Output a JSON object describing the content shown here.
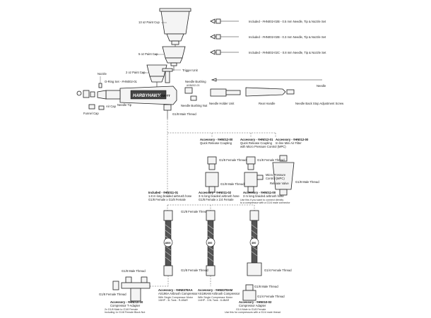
{
  "cups": {
    "oz13": "13 oz Paint Cup",
    "oz5": "5 oz Paint Cup",
    "oz2": "2 oz Paint Cup"
  },
  "needles": {
    "n1": "Included - #HN002-02B - 0.5 mm Needle, Tip & Nozzle Set",
    "n2": "Included - #HN002-02B - 0.3 mm Needle, Tip & Nozzle Set",
    "n3": "Included - #HN002-02C - 0.8 mm Needle, Tip & Nozzle Set"
  },
  "gun": {
    "brand": "HARBYHAWK",
    "model": "FLOW-TT",
    "trigger": "Trigger Unit",
    "nozzle": "Nozzle",
    "oring": "O-Ring Set - #HN002-01",
    "air_cap": "Air Cap",
    "funnel_cap": "Funnel Cap",
    "needle_tip": "Needle Tip",
    "needle_bushing": "Needle Bushing",
    "needle_bushing_code": "#HN002-03",
    "needle_bushing_nut": "Needle Bushing Nut",
    "needle": "Needle",
    "needle_holder": "Needle Holder Unit",
    "rear_handle": "Rear Handle",
    "back_stop": "Needle Back Stop Adjustment Screw",
    "main_thread": "G1/8 Main Thread"
  },
  "accessories": {
    "a1_code": "Accessory - #HN012-00",
    "a1_name": "Quick Release Coupling",
    "a2_code": "Accessory - #HN012-01",
    "a2_name": "Quick Release Coupling",
    "a2_name2": "with Micro Pressure Control (MPC)",
    "a3_code": "Accessory - #HN012-00",
    "a3_name": "In-line Mini Air Filter",
    "female1": "G1/8 Female Thread",
    "female2": "G1/8 Female Thread",
    "male1": "G1/8 Male Thread",
    "male2": "G1/8 Male Thread",
    "mpc1": "Micro Pressure",
    "mpc2": "Control (MPC)",
    "release": "Release Valve"
  },
  "hoses": {
    "h1_code": "Included - #HN011-01",
    "h1_name": "1.8 m long braided airbrush hose",
    "h1_spec": "G1/8 Female x G1/8 Female",
    "h2_code": "Accessory - #HN011-02",
    "h2_name": "3 m long braided airbrush hose",
    "h2_spec": "G1/8 Female x 1/4 Female",
    "h3_code": "Accessory - #HN011-00",
    "h3_name": "3 m long braided airbrush hose",
    "h3_note1": "Use this if you want to connect directly",
    "h3_note2": "to a compressor with a G1/4 male connector",
    "len1": "1800",
    "len2": "300",
    "len3": "300",
    "female_top": "G1/8 Female Thread",
    "female_bottom": "G1/8 Female Thread",
    "female_right": "G1/4 Female Thread"
  },
  "compressors": {
    "c1_code": "Accessory - #HN8378AA",
    "c1_name": "AS196A Airbrush Compressor",
    "c1_spec1": "With Single Compressor Motor",
    "c1_spec2": "1/6HP - 3L Tank - R-4BAR",
    "c2_code": "Accessory - #HN8378AM",
    "c2_name": "AS196AM Airbrush Compressor",
    "c2_spec1": "With Single Compressor Motor",
    "c2_spec2": "1/4HP - 3.5L Tank - 8-4BAR"
  },
  "adapters": {
    "t_male": "G1/8 Male Thread",
    "t_female": "G1/8 Female Thread",
    "t_code": "Accessory - #HN010-00",
    "t_name": "Compressor T-Adapter",
    "t_spec1": "2x G1/8 Male to G1/8 Female",
    "t_spec2": "Including 1x G1/8 Female Block Nut",
    "c_male": "G1/8 Male Thread",
    "c_female": "G1/4 Female Thread",
    "c_code": "Accessory - #HN010-02",
    "c_name": "Compressor Adapter",
    "c_spec1": "G1/4 Male to G1/8 Female",
    "c_spec2": "Use this for compressors with a G1/4 male thread"
  }
}
